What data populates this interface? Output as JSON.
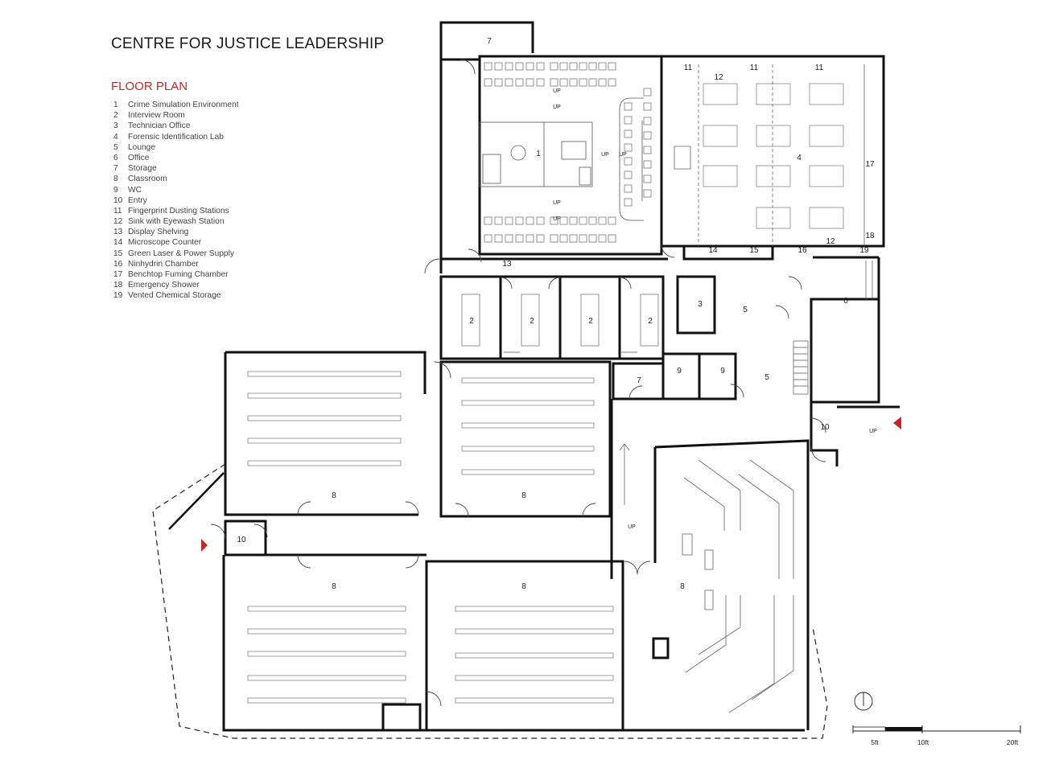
{
  "header": {
    "title": "CENTRE FOR JUSTICE LEADERSHIP",
    "subtitle": "FLOOR PLAN"
  },
  "legend": [
    {
      "num": "1",
      "label": "Crime Simulation Environment"
    },
    {
      "num": "2",
      "label": "Interview Room"
    },
    {
      "num": "3",
      "label": "Technician Office"
    },
    {
      "num": "4",
      "label": "Forensic Identification Lab"
    },
    {
      "num": "5",
      "label": "Lounge"
    },
    {
      "num": "6",
      "label": "Office"
    },
    {
      "num": "7",
      "label": "Storage"
    },
    {
      "num": "8",
      "label": "Classroom"
    },
    {
      "num": "9",
      "label": "WC"
    },
    {
      "num": "10",
      "label": "Entry"
    },
    {
      "num": "11",
      "label": "Fingerprint Dusting Stations"
    },
    {
      "num": "12",
      "label": "Sink with Eyewash Station"
    },
    {
      "num": "13",
      "label": "Display Shelving"
    },
    {
      "num": "14",
      "label": "Microscope Counter"
    },
    {
      "num": "15",
      "label": "Green Laser & Power Supply"
    },
    {
      "num": "16",
      "label": "Ninhydrin Chamber"
    },
    {
      "num": "17",
      "label": "Benchtop Fuming Chamber"
    },
    {
      "num": "18",
      "label": "Emergency Shower"
    },
    {
      "num": "19",
      "label": "Vented Chemical Storage"
    }
  ],
  "room_labels": {
    "r7_top": "7",
    "r1": "1",
    "r4": "4",
    "r13": "13",
    "r11a": "11",
    "r11b": "11",
    "r11c": "11",
    "r12a": "12",
    "r12b": "12",
    "r14": "14",
    "r15": "15",
    "r16": "16",
    "r17": "17",
    "r18": "18",
    "r19": "19",
    "r2a": "2",
    "r2b": "2",
    "r2c": "2",
    "r2d": "2",
    "r3": "3",
    "r5a": "5",
    "r5b": "5",
    "r6": "6",
    "r7_mid": "7",
    "r9a": "9",
    "r9b": "9",
    "r10_right": "10",
    "r10_left": "10",
    "r8a": "8",
    "r8b": "8",
    "r8c": "8",
    "r8d": "8",
    "r8e": "8"
  },
  "stairs": {
    "up1": "UP",
    "up2": "UP",
    "up3": "UP",
    "up4": "UP",
    "up5": "UP",
    "up6": "UP",
    "up_corridor": "UP",
    "up_entry": "UP"
  },
  "scale_bar": {
    "s1": "5ft",
    "s2": "10ft",
    "s3": "20ft"
  },
  "colors": {
    "accent": "#c4262e",
    "wall": "#111111",
    "line": "#555555"
  }
}
